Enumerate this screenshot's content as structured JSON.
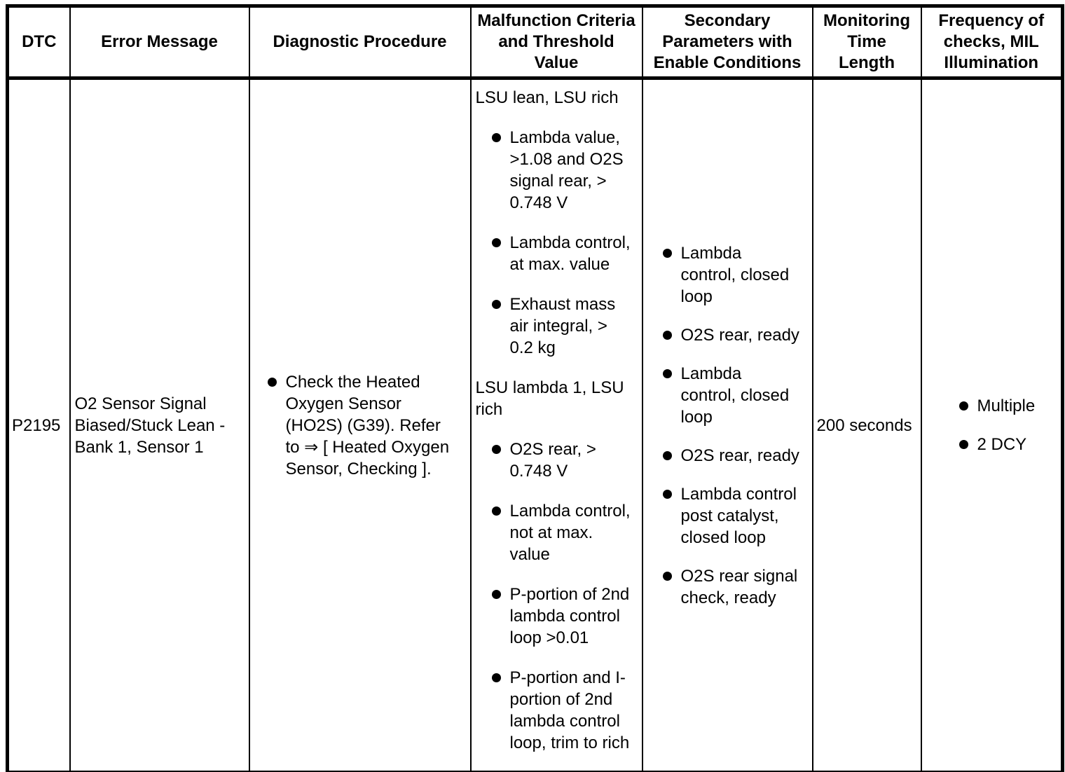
{
  "page": {
    "background": "#ffffff",
    "border_color": "#000000",
    "text_color": "#000000"
  },
  "table": {
    "columns": [
      {
        "id": "dtc",
        "label": "DTC"
      },
      {
        "id": "error_message",
        "label": "Error Message"
      },
      {
        "id": "diagnostic_procedure",
        "label": "Diagnostic Procedure"
      },
      {
        "id": "malfunction_criteria",
        "label": "Malfunction Criteria\nand Threshold\nValue"
      },
      {
        "id": "secondary_parameters",
        "label": "Secondary\nParameters with\nEnable Conditions"
      },
      {
        "id": "monitoring_time",
        "label": "Monitoring\nTime\nLength"
      },
      {
        "id": "frequency",
        "label": "Frequency of\nchecks, MIL\nIllumination"
      }
    ],
    "row": {
      "dtc": "P2195",
      "error_message": "O2 Sensor Signal Biased/Stuck Lean - Bank 1, Sensor 1",
      "diagnostic_procedure": [
        {
          "type": "bullet",
          "text": "Check the Heated Oxygen Sensor (HO2S) (G39). Refer to ⇒ [ Heated Oxygen Sensor, Checking ]."
        }
      ],
      "malfunction_criteria": [
        {
          "type": "intro",
          "text": "LSU lean, LSU rich"
        },
        {
          "type": "bullet",
          "text": "Lambda value, >1.08 and O2S signal rear, > 0.748 V"
        },
        {
          "type": "bullet",
          "text": "Lambda control, at max. value"
        },
        {
          "type": "bullet",
          "text": "Exhaust mass air integral, > 0.2 kg"
        },
        {
          "type": "intro",
          "text": "LSU lambda 1, LSU rich"
        },
        {
          "type": "bullet",
          "text": "O2S rear, > 0.748 V"
        },
        {
          "type": "bullet",
          "text": "Lambda control, not at max. value"
        },
        {
          "type": "bullet",
          "text": "P-portion of 2nd lambda control loop >0.01"
        },
        {
          "type": "bullet",
          "text": "P-portion and I-portion of 2nd lambda control loop, trim to rich"
        }
      ],
      "secondary_parameters": [
        {
          "type": "bullet",
          "text": "Lambda control, closed loop"
        },
        {
          "type": "bullet",
          "text": "O2S rear, ready"
        },
        {
          "type": "bullet",
          "text": "Lambda control, closed loop"
        },
        {
          "type": "bullet",
          "text": "O2S rear, ready"
        },
        {
          "type": "bullet",
          "text": "Lambda control post catalyst, closed loop"
        },
        {
          "type": "bullet",
          "text": "O2S rear signal check, ready"
        }
      ],
      "monitoring_time": "200 seconds",
      "frequency": [
        {
          "type": "bullet",
          "text": "Multiple"
        },
        {
          "type": "bullet",
          "text": "2 DCY"
        }
      ]
    }
  }
}
